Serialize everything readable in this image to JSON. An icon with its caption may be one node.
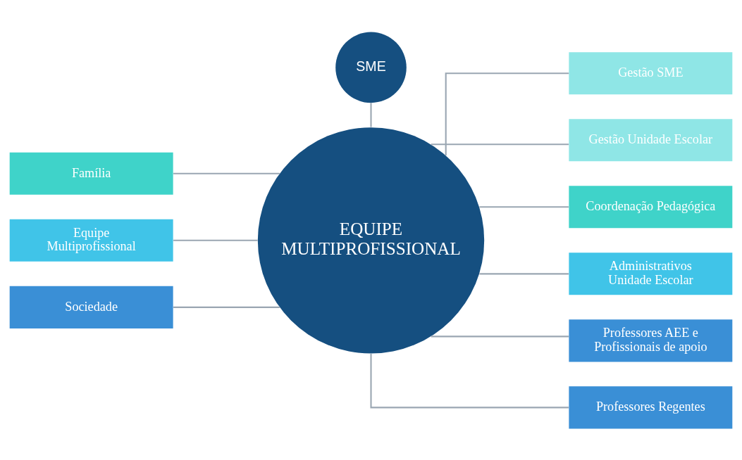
{
  "diagram": {
    "nodes": [
      {
        "text": [
          "SME"
        ]
      },
      {
        "text": [
          "EQUIPE MULTIPROFISSIONAL"
        ]
      },
      {
        "text": [
          "Família"
        ]
      },
      {
        "text": [
          "Equipe Multiprofissional"
        ]
      },
      {
        "text": [
          "Sociedade"
        ]
      },
      {
        "text": [
          "Gestão SME"
        ]
      },
      {
        "text": [
          "Gestão Unidade Escolar"
        ]
      },
      {
        "text": [
          "Coordenação Pedagógica"
        ]
      },
      {
        "text": [
          "Administrativos Unidade Escolar"
        ]
      },
      {
        "text": [
          "Professores AEE e Profissionais de apoio"
        ]
      },
      {
        "text": [
          "Professores Regentes"
        ]
      }
    ],
    "edges": [
      {
        "from": 0,
        "to": 1,
        "arrow": "none"
      },
      {
        "from": 2,
        "to": 1,
        "arrow": "none"
      },
      {
        "from": 3,
        "to": 1,
        "arrow": "none"
      },
      {
        "from": 4,
        "to": 1,
        "arrow": "none"
      },
      {
        "from": 1,
        "to": 5,
        "arrow": "none"
      },
      {
        "from": 1,
        "to": 6,
        "arrow": "none"
      },
      {
        "from": 1,
        "to": 7,
        "arrow": "none"
      },
      {
        "from": 1,
        "to": 8,
        "arrow": "none"
      },
      {
        "from": 1,
        "to": 9,
        "arrow": "none"
      },
      {
        "from": 1,
        "to": 10,
        "arrow": "none"
      }
    ]
  }
}
